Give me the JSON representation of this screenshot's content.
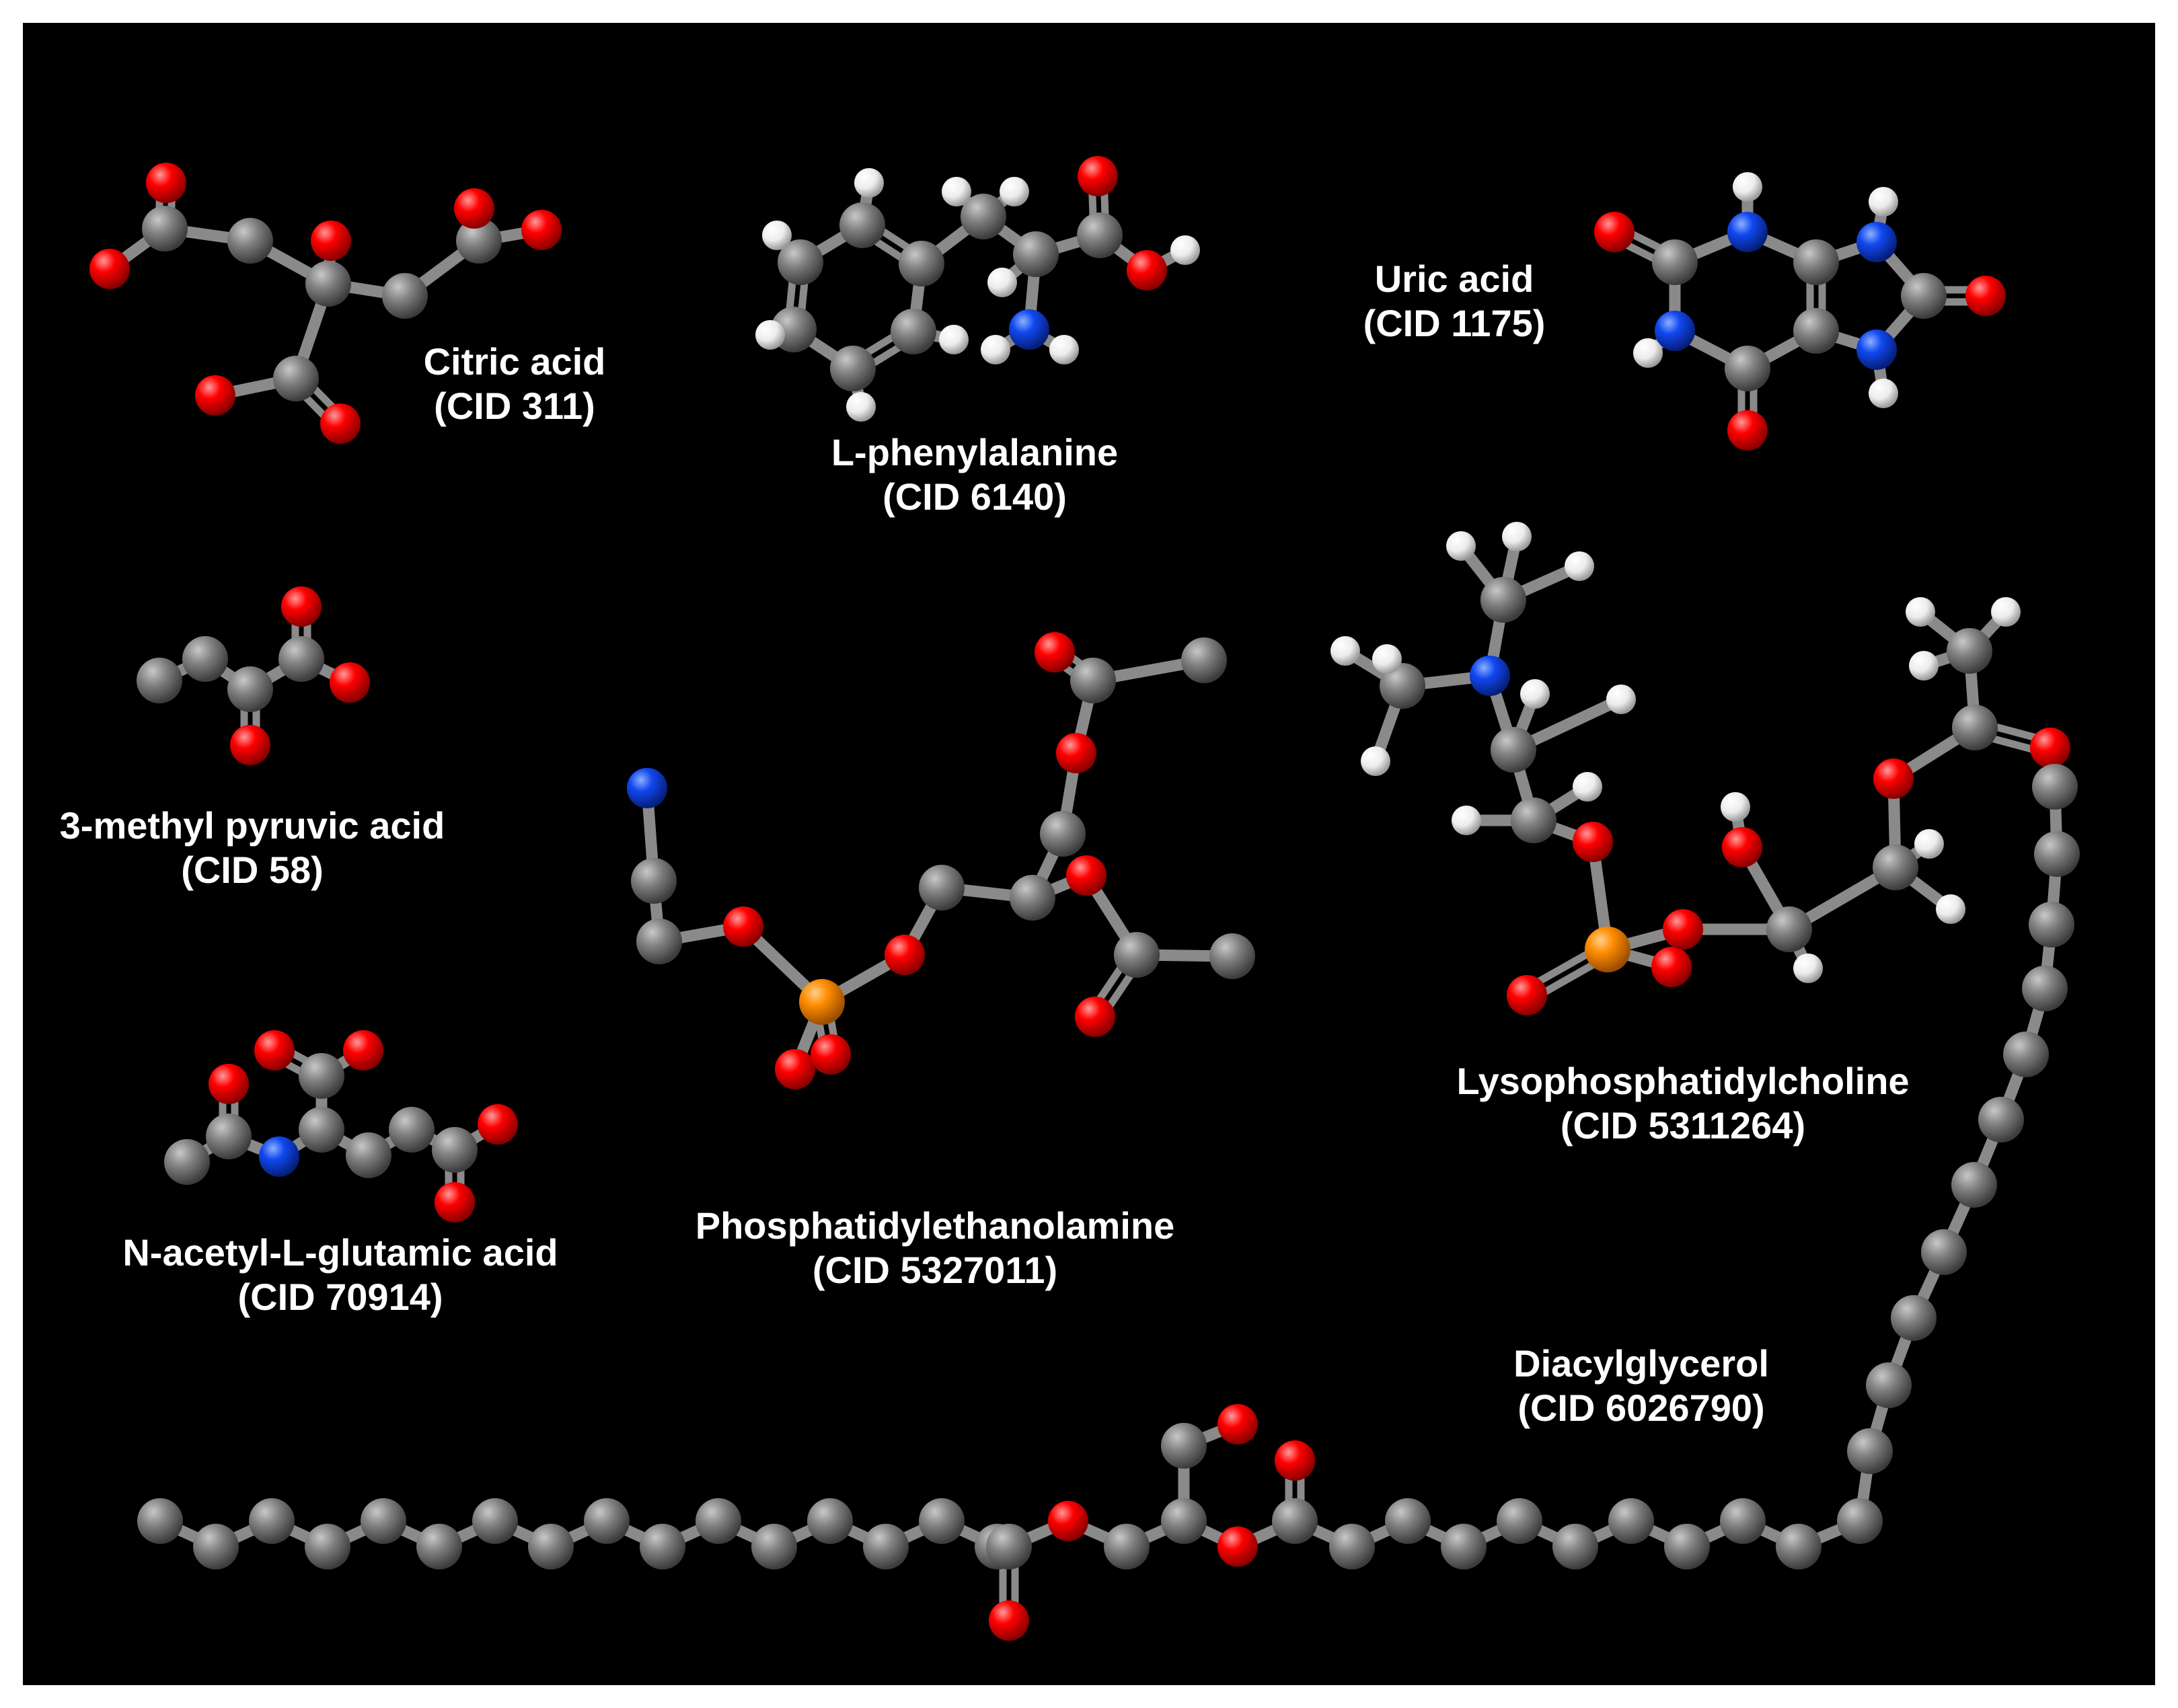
{
  "colors": {
    "background": "#000000",
    "border": "#ffffff",
    "carbon": "#7a7a7a",
    "oxygen": "#ff0000",
    "nitrogen": "#0b3fe0",
    "hydrogen": "#f2f2f2",
    "phosphorus": "#ff8c00",
    "bond": "#8a8a8a",
    "label_text": "#ffffff"
  },
  "molecules": [
    {
      "id": "citric-acid",
      "name": "Citric acid",
      "cid": "(CID 311)"
    },
    {
      "id": "l-phenylalanine",
      "name": "L-phenylalanine",
      "cid": "(CID 6140)"
    },
    {
      "id": "uric-acid",
      "name": "Uric acid",
      "cid": "(CID 1175)"
    },
    {
      "id": "3-methyl-pyruvic-acid",
      "name": "3-methyl pyruvic acid",
      "cid": "(CID 58)"
    },
    {
      "id": "phosphatidylethanolamine",
      "name": "Phosphatidylethanolamine",
      "cid": "(CID 5327011)"
    },
    {
      "id": "lysophosphatidylcholine",
      "name": "Lysophosphatidylcholine",
      "cid": "(CID 5311264)"
    },
    {
      "id": "n-acetyl-l-glutamic-acid",
      "name": "N-acetyl-L-glutamic acid",
      "cid": "(CID 70914)"
    },
    {
      "id": "diacylglycerol",
      "name": "Diacylglycerol",
      "cid": "(CID 6026790)"
    }
  ]
}
